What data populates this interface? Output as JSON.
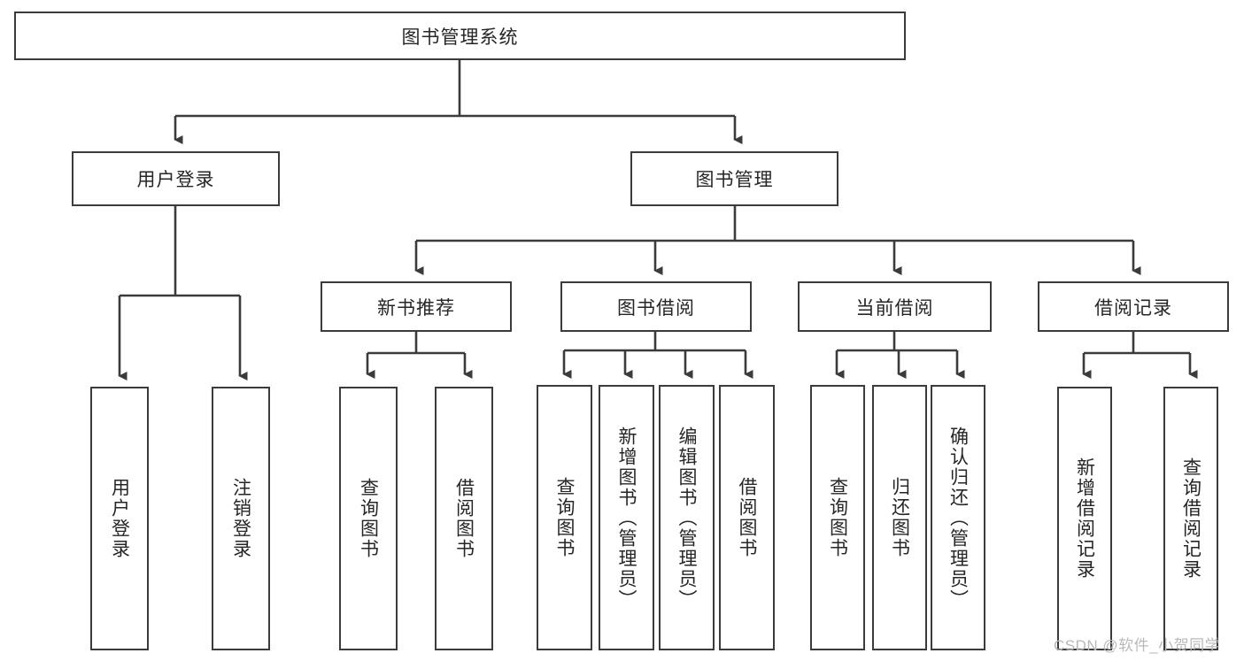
{
  "diagram": {
    "title_node": {
      "label": "图书管理系统"
    },
    "level2": [
      {
        "label": "用户登录"
      },
      {
        "label": "图书管理"
      }
    ],
    "level3": [
      {
        "label": "新书推荐"
      },
      {
        "label": "图书借阅"
      },
      {
        "label": "当前借阅"
      },
      {
        "label": "借阅记录"
      }
    ],
    "leaves": {
      "user_login": [
        {
          "label": "用户登录"
        },
        {
          "label": "注销登录"
        }
      ],
      "new_book_recommend": [
        {
          "label": "查询图书"
        },
        {
          "label": "借阅图书"
        }
      ],
      "book_borrow": [
        {
          "label": "查询图书"
        },
        {
          "label": "新增图书（管理员）"
        },
        {
          "label": "编辑图书（管理员）"
        },
        {
          "label": "借阅图书"
        }
      ],
      "current_borrow": [
        {
          "label": "查询图书"
        },
        {
          "label": "归还图书"
        },
        {
          "label": "确认归还（管理员）"
        }
      ],
      "borrow_record": [
        {
          "label": "新增借阅记录"
        },
        {
          "label": "查询借阅记录"
        }
      ]
    }
  },
  "watermark": {
    "text": "CSDN @软件_小贺同学"
  },
  "colors": {
    "stroke": "#3b3b3b",
    "text": "#262626",
    "background": "#ffffff",
    "watermark": "#b9b9b9"
  }
}
